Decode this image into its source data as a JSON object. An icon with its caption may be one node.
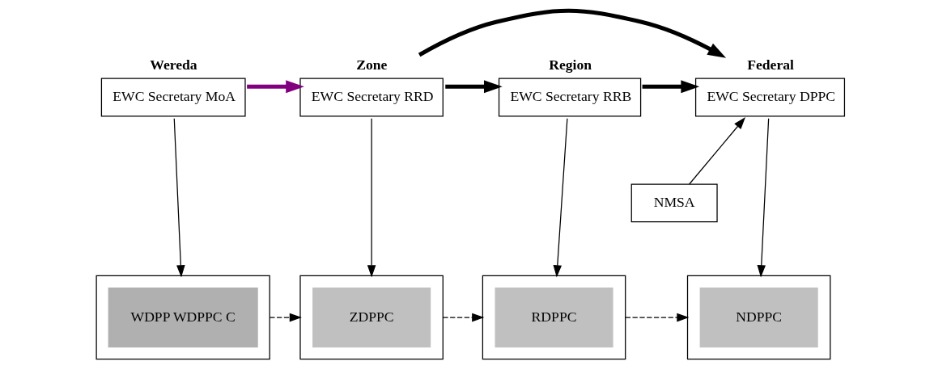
{
  "diagram": {
    "nodes": [
      {
        "text": [
          "Wereda",
          "EWC Secretary MoA"
        ]
      },
      {
        "text": [
          "Zone",
          "EWC Secretary RRD"
        ]
      },
      {
        "text": [
          "Region",
          "EWC Secretary RRB"
        ]
      },
      {
        "text": [
          "Federal",
          "EWC Secretary DPPC"
        ]
      },
      {
        "text": [
          "NMSA"
        ]
      },
      {
        "text": [],
        "shape": "box"
      },
      {
        "text": [
          "WDPP WDPPC C"
        ],
        "in": 5
      },
      {
        "text": [],
        "shape": "box"
      },
      {
        "text": [
          "ZDPPC"
        ],
        "in": 7
      },
      {
        "text": [],
        "shape": "box"
      },
      {
        "text": [
          "RDPPC"
        ],
        "in": 9
      },
      {
        "text": [],
        "shape": "box"
      },
      {
        "text": [
          "NDPPC"
        ],
        "in": 11
      }
    ],
    "edges": [
      {
        "from": 0,
        "to": 1,
        "arrow": "to",
        "style": "thick",
        "color": "#800080"
      },
      {
        "from": 1,
        "to": 2,
        "arrow": "to",
        "style": "thick"
      },
      {
        "from": 2,
        "to": 3,
        "arrow": "to",
        "style": "thick"
      },
      {
        "from": 1,
        "to": 3,
        "arrow": "to",
        "style": "thick"
      },
      {
        "from": 4,
        "to": 3,
        "arrow": "to"
      },
      {
        "from": 0,
        "to": 5,
        "arrow": "to"
      },
      {
        "from": 1,
        "to": 7,
        "arrow": "to"
      },
      {
        "from": 2,
        "to": 9,
        "arrow": "to"
      },
      {
        "from": 3,
        "to": 11,
        "arrow": "to"
      },
      {
        "from": 5,
        "to": 7,
        "arrow": "to",
        "style": "dashed"
      },
      {
        "from": 7,
        "to": 9,
        "arrow": "to",
        "style": "dashed"
      },
      {
        "from": 9,
        "to": 11,
        "arrow": "to",
        "style": "dashed"
      }
    ]
  }
}
